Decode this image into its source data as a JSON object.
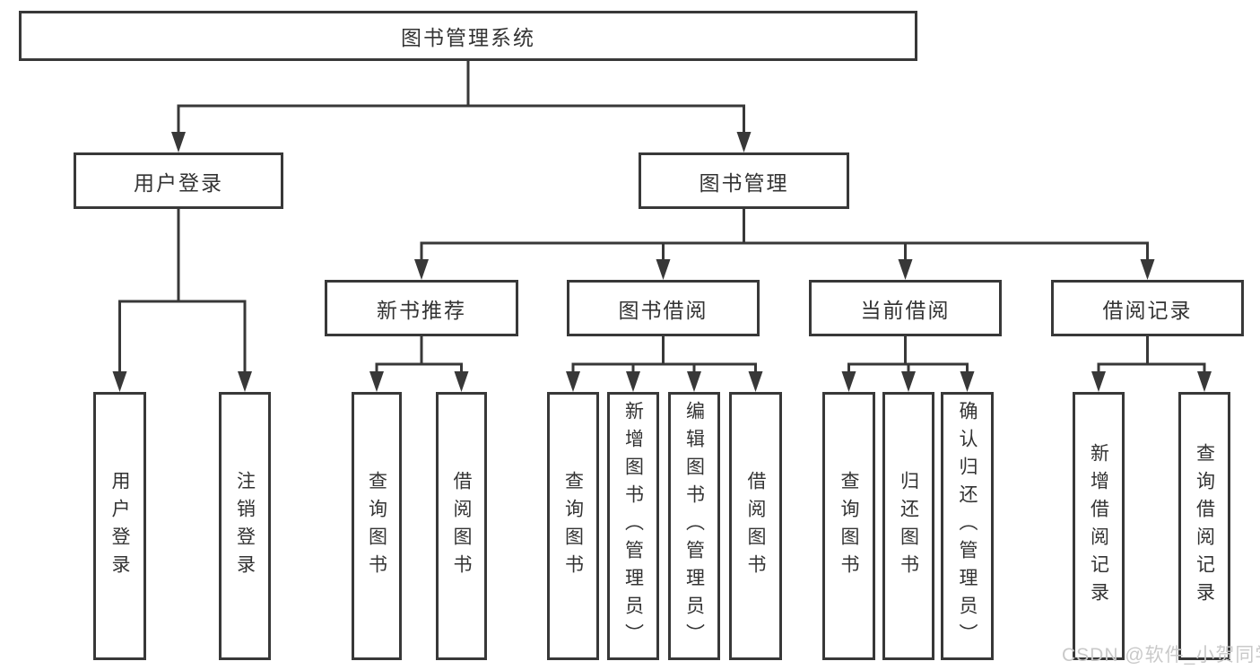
{
  "diagram": {
    "root": {
      "label": "图书管理系统"
    },
    "branches": [
      {
        "label": "用户登录",
        "children": [
          {
            "label": "用户登录"
          },
          {
            "label": "注销登录"
          }
        ]
      },
      {
        "label": "图书管理",
        "children": [
          {
            "label": "新书推荐",
            "children": [
              {
                "label": "查询图书"
              },
              {
                "label": "借阅图书"
              }
            ]
          },
          {
            "label": "图书借阅",
            "children": [
              {
                "label": "查询图书"
              },
              {
                "label": "新增图书（管理员）"
              },
              {
                "label": "编辑图书（管理员）"
              },
              {
                "label": "借阅图书"
              }
            ]
          },
          {
            "label": "当前借阅",
            "children": [
              {
                "label": "查询图书"
              },
              {
                "label": "归还图书"
              },
              {
                "label": "确认归还（管理员）"
              }
            ]
          },
          {
            "label": "借阅记录",
            "children": [
              {
                "label": "新增借阅记录"
              },
              {
                "label": "查询借阅记录"
              }
            ]
          }
        ]
      }
    ]
  },
  "watermark": "CSDN @软件_小贺同学",
  "colors": {
    "line": "#383838",
    "text": "#333333",
    "box_background": "#ffffff",
    "watermark": "#c9c9c9"
  }
}
